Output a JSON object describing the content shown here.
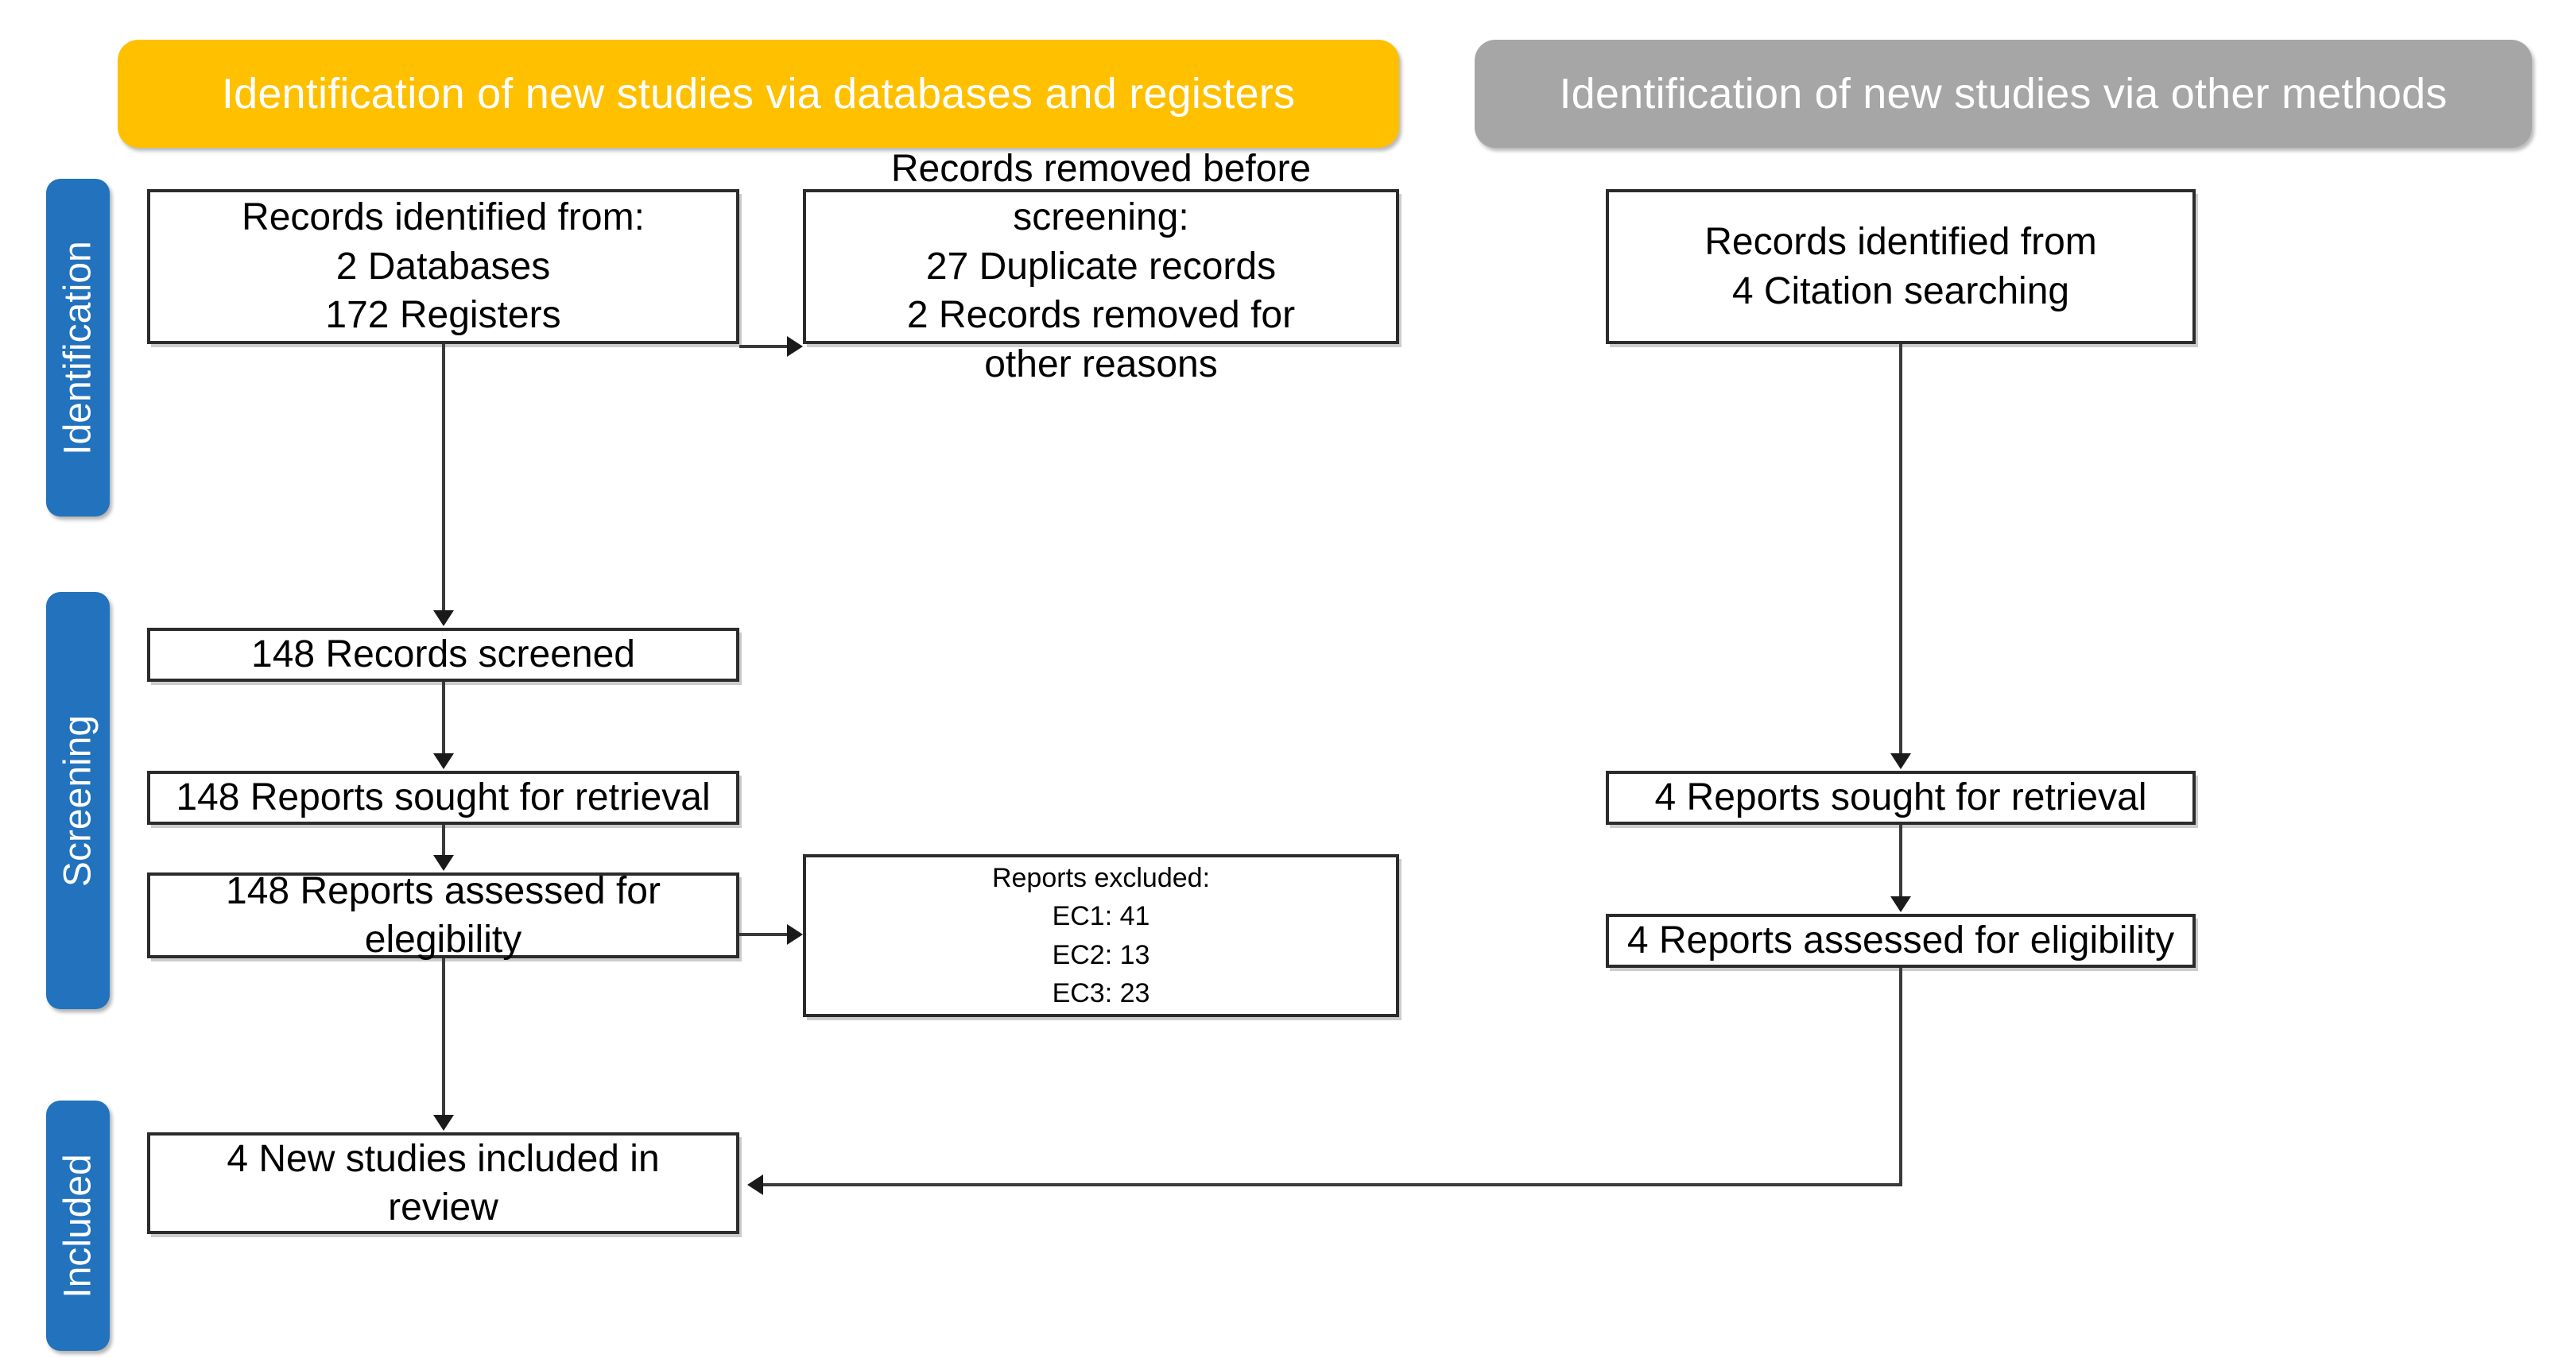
{
  "diagram": {
    "title": "PRISMA 2020 flow diagram for new systematic reviews which included searches of databases, registers and other sources",
    "colors": {
      "databases_banner": "#FFC000",
      "other_methods_banner": "#A6A6A6",
      "stage_tab": "#2272BD",
      "box_border": "#2b2b2b",
      "background": "#FFFFFF"
    }
  },
  "banners": {
    "databases": "Identification of new studies via databases and registers",
    "other_methods": "Identification of new studies via other methods"
  },
  "stage_tabs": [
    {
      "label": "Identification"
    },
    {
      "label": "Screening"
    },
    {
      "label": "Included"
    }
  ],
  "boxes": {
    "records_identified": {
      "lines": [
        "Records identified from:",
        "2 Databases",
        "172 Registers"
      ],
      "line1": "Records identified from:",
      "line2": "2 Databases",
      "line3": "172 Registers"
    },
    "records_removed": {
      "lines": [
        "Records removed before",
        "screening:",
        "27 Duplicate records",
        "2 Records removed for",
        "other reasons"
      ],
      "line1": "Records removed before",
      "line2": "screening:",
      "line3": "27 Duplicate records",
      "line4": "2 Records removed for",
      "line5": "other reasons"
    },
    "records_identified_other": {
      "lines": [
        "Records identified from",
        "4 Citation searching"
      ],
      "line1": "Records identified from",
      "line2": "4 Citation searching"
    },
    "records_screened": {
      "text": "148 Records screened"
    },
    "reports_sought": {
      "text": "148 Reports sought for retrieval"
    },
    "reports_assessed": {
      "lines": [
        "148 Reports assessed for",
        "elegibility"
      ],
      "line1": "148 Reports assessed for",
      "line2": "elegibility"
    },
    "reports_excluded": {
      "lines": [
        "Reports excluded:",
        "EC1: 41",
        "EC2: 13",
        "EC3: 23"
      ],
      "line1": "Reports excluded:",
      "line2": "EC1: 41",
      "line3": "EC2: 13",
      "line4": "EC3: 23"
    },
    "new_studies_included": {
      "lines": [
        "4 New studies included in",
        "review"
      ],
      "line1": "4 New studies included in",
      "line2": "review"
    },
    "reports_sought_other": {
      "text": "4 Reports sought for retrieval"
    },
    "reports_assessed_other": {
      "text": "4 Reports assessed for eligibility"
    }
  },
  "chart_data": {
    "type": "diagram",
    "title": "PRISMA 2020 flow diagram",
    "counts": {
      "databases": 2,
      "registers": 172,
      "duplicate_records_removed": 27,
      "records_removed_other_reasons": 2,
      "records_screened": 148,
      "reports_sought_for_retrieval": 148,
      "reports_assessed_for_eligibility": 148,
      "reports_excluded_EC1": 41,
      "reports_excluded_EC2": 13,
      "reports_excluded_EC3": 23,
      "new_studies_included_in_review": 4,
      "other_methods_citation_searching": 4,
      "other_methods_reports_sought": 4,
      "other_methods_reports_assessed": 4
    }
  }
}
